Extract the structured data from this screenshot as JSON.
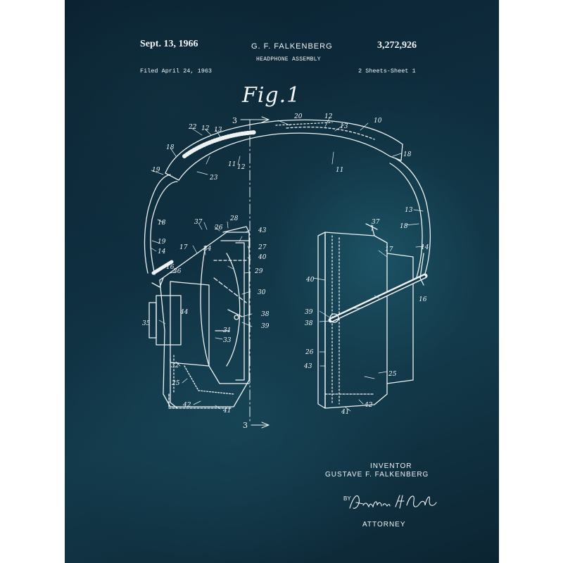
{
  "header": {
    "date": "Sept. 13, 1966",
    "inventor_name": "G. F. FALKENBERG",
    "patent_number": "3,272,926",
    "title": "HEADPHONE ASSEMBLY",
    "filed": "Filed April 24, 1963",
    "sheets": "2 Sheets-Sheet 1"
  },
  "figure": {
    "label": "Fig.1",
    "section_marks": {
      "top": "3",
      "bottom": "3"
    },
    "reference_numerals": {
      "n10": "10",
      "n11a": "11",
      "n11b": "11",
      "n12a": "12",
      "n12b": "12",
      "n13a": "13",
      "n13b": "13",
      "n14a": "14",
      "n14b": "14",
      "n16a": "16",
      "n16b": "16",
      "n17a": "17",
      "n17b": "17",
      "n18a": "18",
      "n18b": "18",
      "n18c": "18",
      "n18d": "18",
      "n19a": "19",
      "n19b": "19",
      "n20": "20",
      "n22": "22",
      "n23": "23",
      "n25a": "25",
      "n25b": "25",
      "n26a": "26",
      "n26b": "26",
      "n27": "27",
      "n28": "28",
      "n29": "29",
      "n30": "30",
      "n31": "31",
      "n32": "32",
      "n33": "33",
      "n34": "34",
      "n35": "35",
      "n36": "36",
      "n37a": "37",
      "n37b": "37",
      "n38a": "38",
      "n38b": "38",
      "n39a": "39",
      "n39b": "39",
      "n40a": "40",
      "n40b": "40",
      "n41a": "41",
      "n41b": "41",
      "n42a": "42",
      "n42b": "42",
      "n43a": "43",
      "n43b": "43",
      "n44": "44"
    }
  },
  "footer": {
    "inventor_label": "INVENTOR",
    "inventor_full": "GUSTAVE F. FALKENBERG",
    "by": "BY",
    "signature": "Arthur H. Seidel",
    "attorney": "ATTORNEY"
  },
  "colors": {
    "background": "#0f2f40",
    "ink": "#f2f4f4"
  }
}
